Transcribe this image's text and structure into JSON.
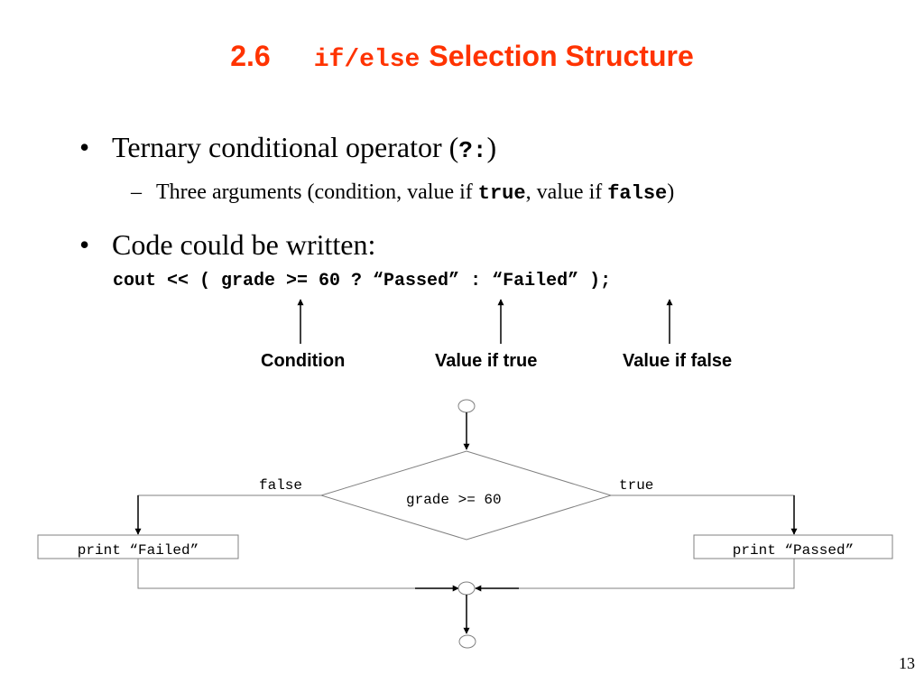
{
  "title": {
    "number": "2.6",
    "code": "if/else",
    "text": "Selection Structure"
  },
  "bullets": [
    {
      "marker": "•",
      "text_before": "Ternary conditional operator (",
      "code": "?:",
      "text_after": ")"
    },
    {
      "marker": "•",
      "text": "Code could be written:"
    }
  ],
  "sub_bullet": {
    "marker": "–",
    "text_1": "Three arguments (condition, value if ",
    "code_1": "true",
    "text_2": ", value if ",
    "code_2": "false",
    "text_3": ")"
  },
  "code_line": "cout << ( grade >= 60 ? “Passed” : “Failed” );",
  "annotations": {
    "condition": "Condition",
    "value_true": "Value if true",
    "value_false": "Value if false"
  },
  "flowchart": {
    "decision": "grade >= 60",
    "false_label": "false",
    "true_label": "true",
    "action_false": "print “Failed”",
    "action_true": "print “Passed”"
  },
  "page_number": "13",
  "colors": {
    "title": "#ff3300",
    "text": "#000000",
    "shape_border": "#808080"
  }
}
